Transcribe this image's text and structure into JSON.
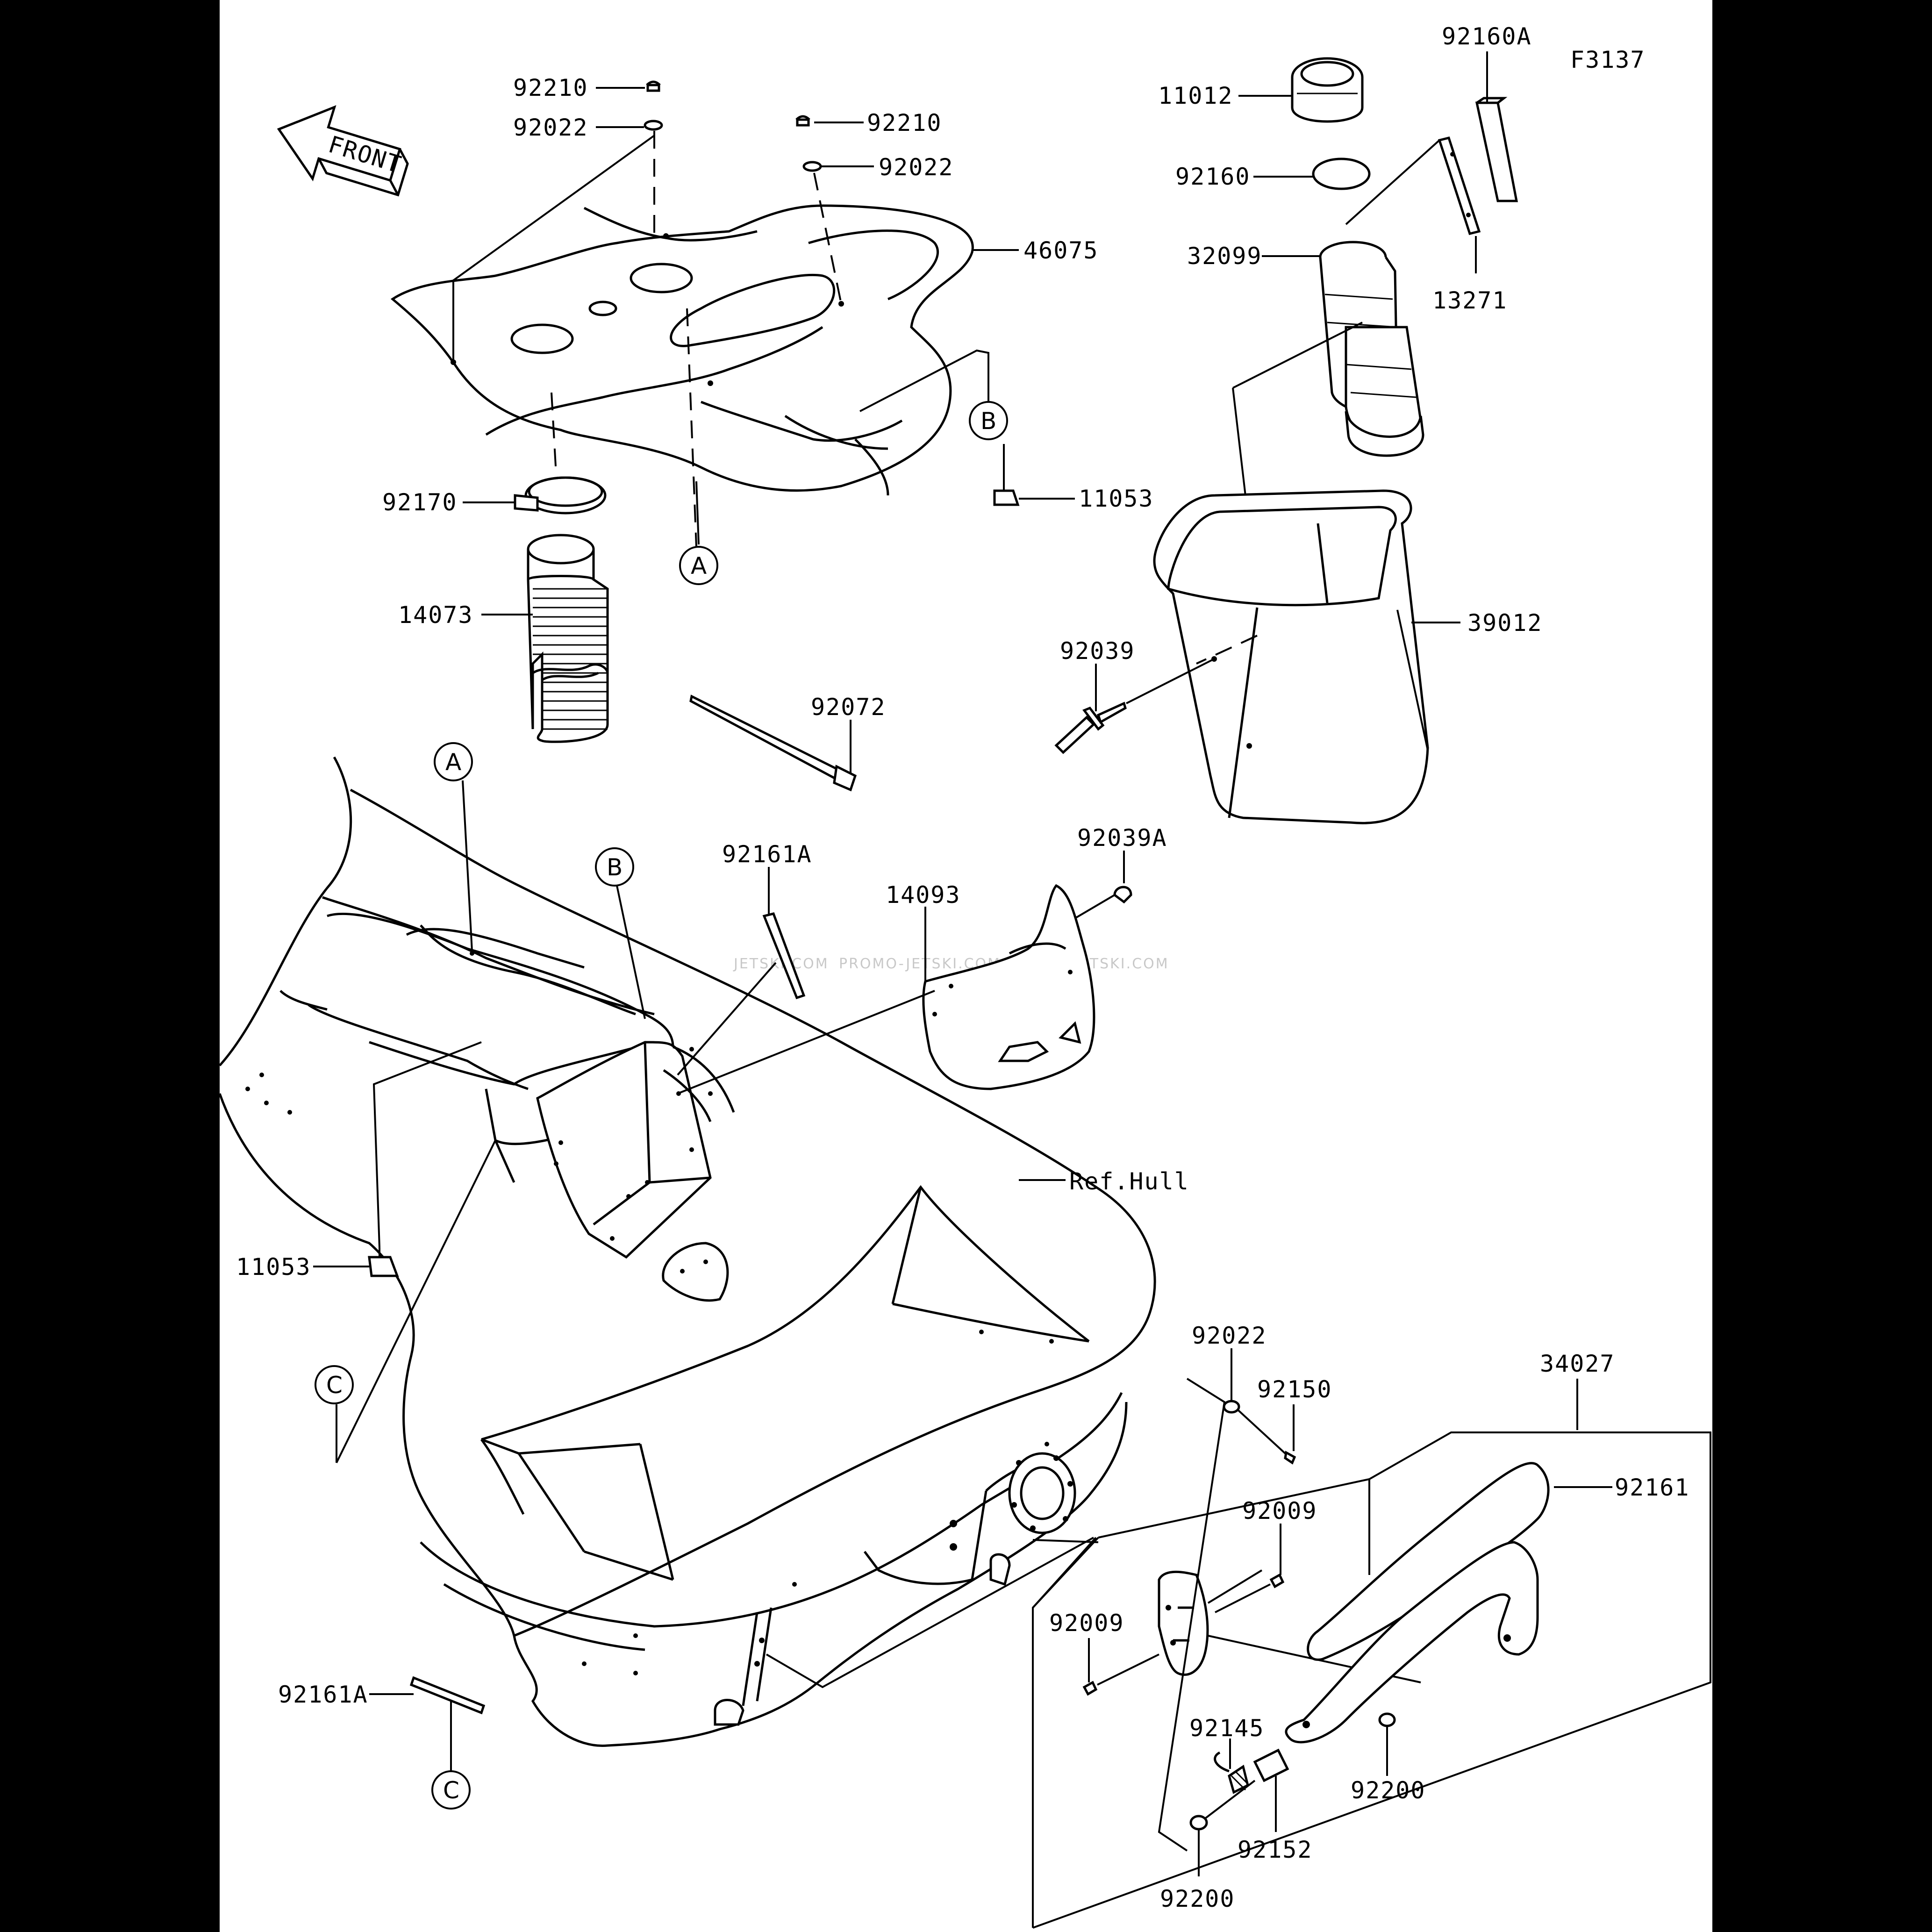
{
  "figure_code": "F3137",
  "front_label": "FRONT",
  "watermark": "PROMO-JETSKI.COM  PROMO-JETSKI.COM",
  "watermark_small": "JETSKI.COM",
  "ref_label": "Ref.Hull",
  "callouts": {
    "a": "A",
    "b": "B",
    "c": "C"
  },
  "parts": {
    "p92210_top": "92210",
    "p92022_top": "92022",
    "p92210_mid": "92210",
    "p92022_mid": "92022",
    "p11012": "11012",
    "p92160A": "92160A",
    "p92160": "92160",
    "p32099": "32099",
    "p13271": "13271",
    "p46075": "46075",
    "p92170": "92170",
    "p11053_top": "11053",
    "p14073": "14073",
    "p39012": "39012",
    "p92039": "92039",
    "p92072": "92072",
    "p92161A_top": "92161A",
    "p92039A": "92039A",
    "p14093": "14093",
    "p11053_left": "11053",
    "p92022_low": "92022",
    "p34027": "34027",
    "p92150": "92150",
    "p92161": "92161",
    "p92009_a": "92009",
    "p92009_b": "92009",
    "p92145": "92145",
    "p92200_a": "92200",
    "p92200_b": "92200",
    "p92152": "92152",
    "p92161A_low": "92161A"
  }
}
